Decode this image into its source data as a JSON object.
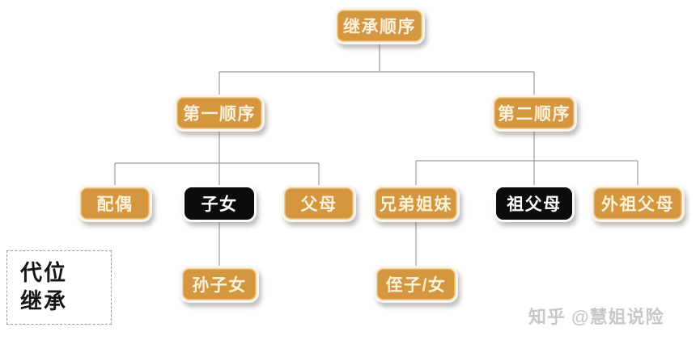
{
  "diagram": {
    "title": "继承顺序",
    "root": {
      "label": "继承顺序",
      "emphasis": false
    },
    "branches": [
      {
        "label": "第一顺序",
        "emphasis": false,
        "children": [
          {
            "label": "配偶",
            "emphasis": false
          },
          {
            "label": "子女",
            "emphasis": true
          },
          {
            "label": "父母",
            "emphasis": false
          }
        ]
      },
      {
        "label": "第二顺序",
        "emphasis": false,
        "children": [
          {
            "label": "兄弟姐妹",
            "emphasis": false
          },
          {
            "label": "祖父母",
            "emphasis": true
          },
          {
            "label": "外祖父母",
            "emphasis": false
          }
        ]
      }
    ],
    "descendants": [
      {
        "label": "孙子女",
        "parent": "子女",
        "emphasis": false
      },
      {
        "label": "侄子/女",
        "parent": "兄弟姐妹",
        "emphasis": false
      }
    ]
  },
  "legend": {
    "text": "代位\n继承"
  },
  "watermark": {
    "text": "知乎 @慧姐说险"
  },
  "colors": {
    "node_fill": "#d4963e",
    "node_fill_emphasis": "#0c0c0c",
    "node_text": "#fbf2dc",
    "node_text_emphasis": "#ffffff",
    "node_border": "#faf5e8",
    "connector": "#9a9a9a",
    "legend_border": "#9a9a9a",
    "legend_text": "#161616",
    "watermark_text": "#c7c7c7",
    "background": "#ffffff"
  }
}
